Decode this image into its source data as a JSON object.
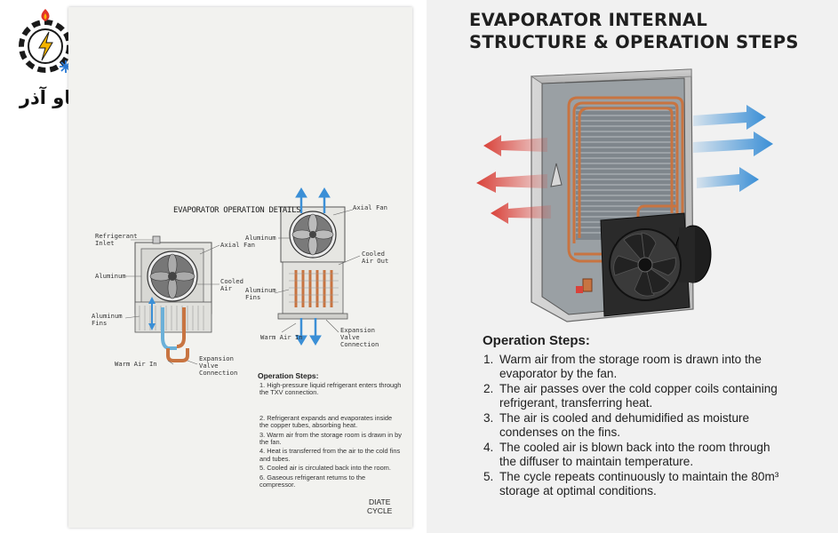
{
  "logo": {
    "text": "تاو آذر"
  },
  "left_sheet": {
    "title": "EVAPORATOR OPERATION DETAILS",
    "labels": {
      "refrigerant_inlet": "Refrigerant Inlet",
      "axial_fan_left": "Axial Fan",
      "aluminum_left": "Aluminum",
      "cooled_air": "Cooled Air",
      "aluminum_fins_left": "Aluminum Fins",
      "warm_air_in_left": "Warm Air In",
      "expansion_valve_left": "Expansion Valve Connection",
      "axial_fan_right": "Axial Fan",
      "aluminum_right": "Aluminum",
      "cooled_air_out": "Cooled Air Out",
      "aluminum_fins_right": "Aluminum Fins",
      "warm_air_in_right": "Warm Air In",
      "expansion_valve_right": "Expansion Valve Connection"
    },
    "steps_title": "Operation Steps:",
    "steps": [
      "1. High-pressure liquid refrigerant enters through the TXV connection.",
      "2. Refrigerant expands and evaporates inside the copper tubes, absorbing heat.",
      "3. Warm air from the storage room is drawn in by the fan.",
      "4. Heat is transferred from the air to the cold fins and tubes.",
      "5. Cooled air is circulated back into the room.",
      "6. Gaseous refrigerant returns to the compressor."
    ],
    "footer_line1": "DIATE",
    "footer_line2": "CYCLE"
  },
  "right_panel": {
    "title": "EVAPORATOR INTERNAL STRUCTURE & OPERATION STEPS",
    "steps_title": "Operation Steps:",
    "steps": [
      {
        "num": "1.",
        "text": "Warm air from the storage room is drawn into the evaporator by the fan."
      },
      {
        "num": "2.",
        "text": "The air passes over the cold copper coils containing refrigerant, transferring heat."
      },
      {
        "num": "3.",
        "text": "The air is cooled and dehumidified as moisture condenses on the fins."
      },
      {
        "num": "4.",
        "text": "The cooled air is blown back into the room through the diffuser to maintain temperature."
      },
      {
        "num": "5.",
        "text": "The cycle repeats continuously to maintain the 80m³ storage at optimal conditions."
      }
    ]
  },
  "colors": {
    "warm_arrow": "#d9423a",
    "cool_arrow": "#3b8fd6",
    "copper": "#c87441",
    "dark_fan": "#2a2a2a"
  }
}
